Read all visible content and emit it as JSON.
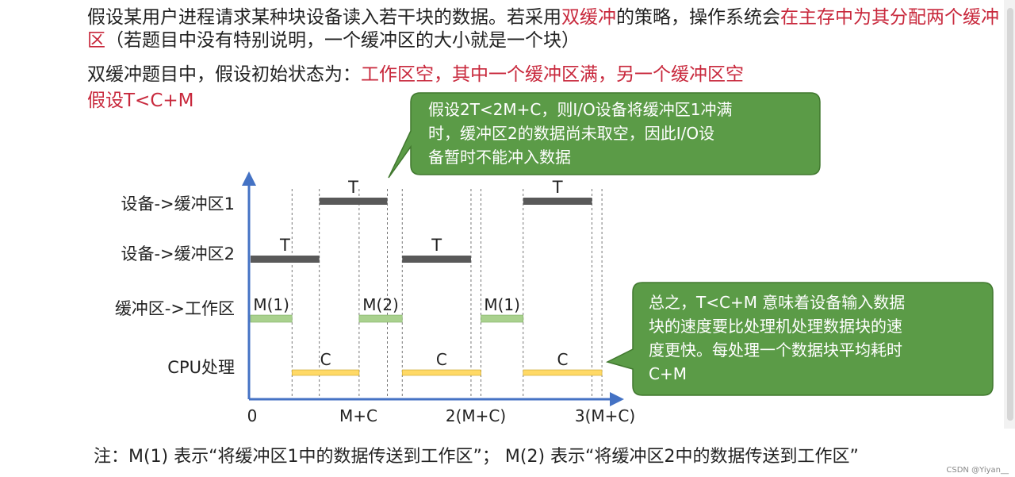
{
  "text": {
    "line1_a": "假设某用户进程请求某种块设备读入若干块的数据。若采用",
    "line1_b": "双缓冲",
    "line1_c": "的策略，操作系统会",
    "line1_d": "在主存中为其分配两个缓冲区",
    "line1_e": "（若题目中没有特别说明，一个缓冲区的大小就是一个块）",
    "line2_a": "双缓冲题目中，假设初始状态为：",
    "line2_b": "工作区空，其中一个缓冲区满，另一个缓冲区空",
    "line3": "假设T<C+M",
    "note": "注：M(1) 表示“将缓冲区1中的数据传送到工作区”；  M(2) 表示“将缓冲区2中的数据传送到工作区”",
    "watermark": "CSDN @Yiyan__"
  },
  "rows": {
    "r1": "设备->缓冲区1",
    "r2": "设备->缓冲区2",
    "r3": "缓冲区->工作区",
    "r4": "CPU处理"
  },
  "callouts": {
    "top": [
      "假设2T<2M+C，则I/O设备将缓冲区1冲满",
      "时，缓冲区2的数据尚未取空，因此I/O设",
      "备暂时不能冲入数据"
    ],
    "right": [
      "总之，T<C+M 意味着设备输入数据",
      "块的速度要比处理机处理数据块的速",
      "度更快。每处理一个数据块平均耗时",
      "C+M"
    ]
  },
  "colors": {
    "axis": "#4472c4",
    "device_bar": "#595959",
    "transfer_bar": "#a9d18e",
    "cpu_bar": "#ffd966",
    "callout_fill": "#5b9b47",
    "callout_border": "#41782f",
    "highlight": "#c8283c"
  },
  "chart_data": {
    "type": "timeline",
    "xlabel": "",
    "ylabel": "",
    "x_ticks": [
      "0",
      "M+C",
      "2(M+C)",
      "3(M+C)"
    ],
    "lanes": [
      "设备->缓冲区1",
      "设备->缓冲区2",
      "缓冲区->工作区",
      "CPU处理"
    ],
    "segments": [
      {
        "lane": 1,
        "label": "T",
        "start": 0,
        "end": 0.83
      },
      {
        "lane": 0,
        "label": "T",
        "start": 0.83,
        "end": 1.65
      },
      {
        "lane": 1,
        "label": "T",
        "start": 1.83,
        "end": 2.66
      },
      {
        "lane": 0,
        "label": "T",
        "start": 3.29,
        "end": 4.12
      },
      {
        "lane": 2,
        "label": "M(1)",
        "start": 0,
        "end": 0.5
      },
      {
        "lane": 2,
        "label": "M(2)",
        "start": 1.31,
        "end": 1.83
      },
      {
        "lane": 2,
        "label": "M(1)",
        "start": 2.78,
        "end": 3.29
      },
      {
        "lane": 3,
        "label": "C",
        "start": 0.5,
        "end": 1.31
      },
      {
        "lane": 3,
        "label": "C",
        "start": 1.83,
        "end": 2.78
      },
      {
        "lane": 3,
        "label": "C",
        "start": 3.29,
        "end": 4.24
      }
    ]
  }
}
